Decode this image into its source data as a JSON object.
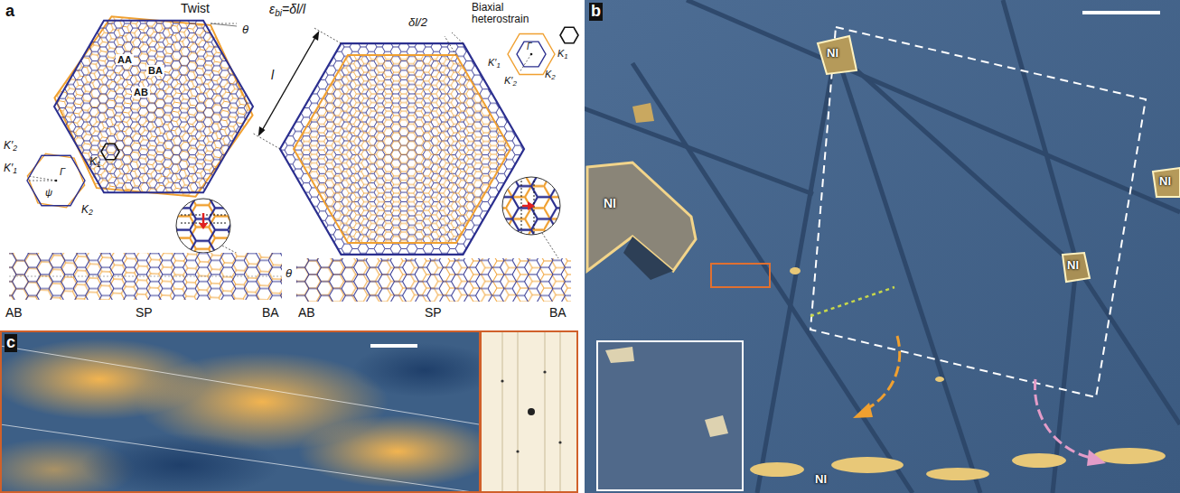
{
  "diagram": {
    "labels": [
      "a",
      "Twist",
      "θ",
      "AA",
      "BA",
      "AB",
      "εbi=δl/l",
      "δl/2",
      "l",
      "Biaxial heterostrain",
      "K′1",
      "K′2",
      "Γ",
      "K2",
      "K1",
      "K′2",
      "K′1",
      "Γ",
      "ψ",
      "K1",
      "K2",
      "θ",
      "AB",
      "SP",
      "BA",
      "AB",
      "SP",
      "BA",
      "b",
      "NI",
      "NI",
      "NI",
      "NI",
      "NI",
      "c"
    ]
  }
}
